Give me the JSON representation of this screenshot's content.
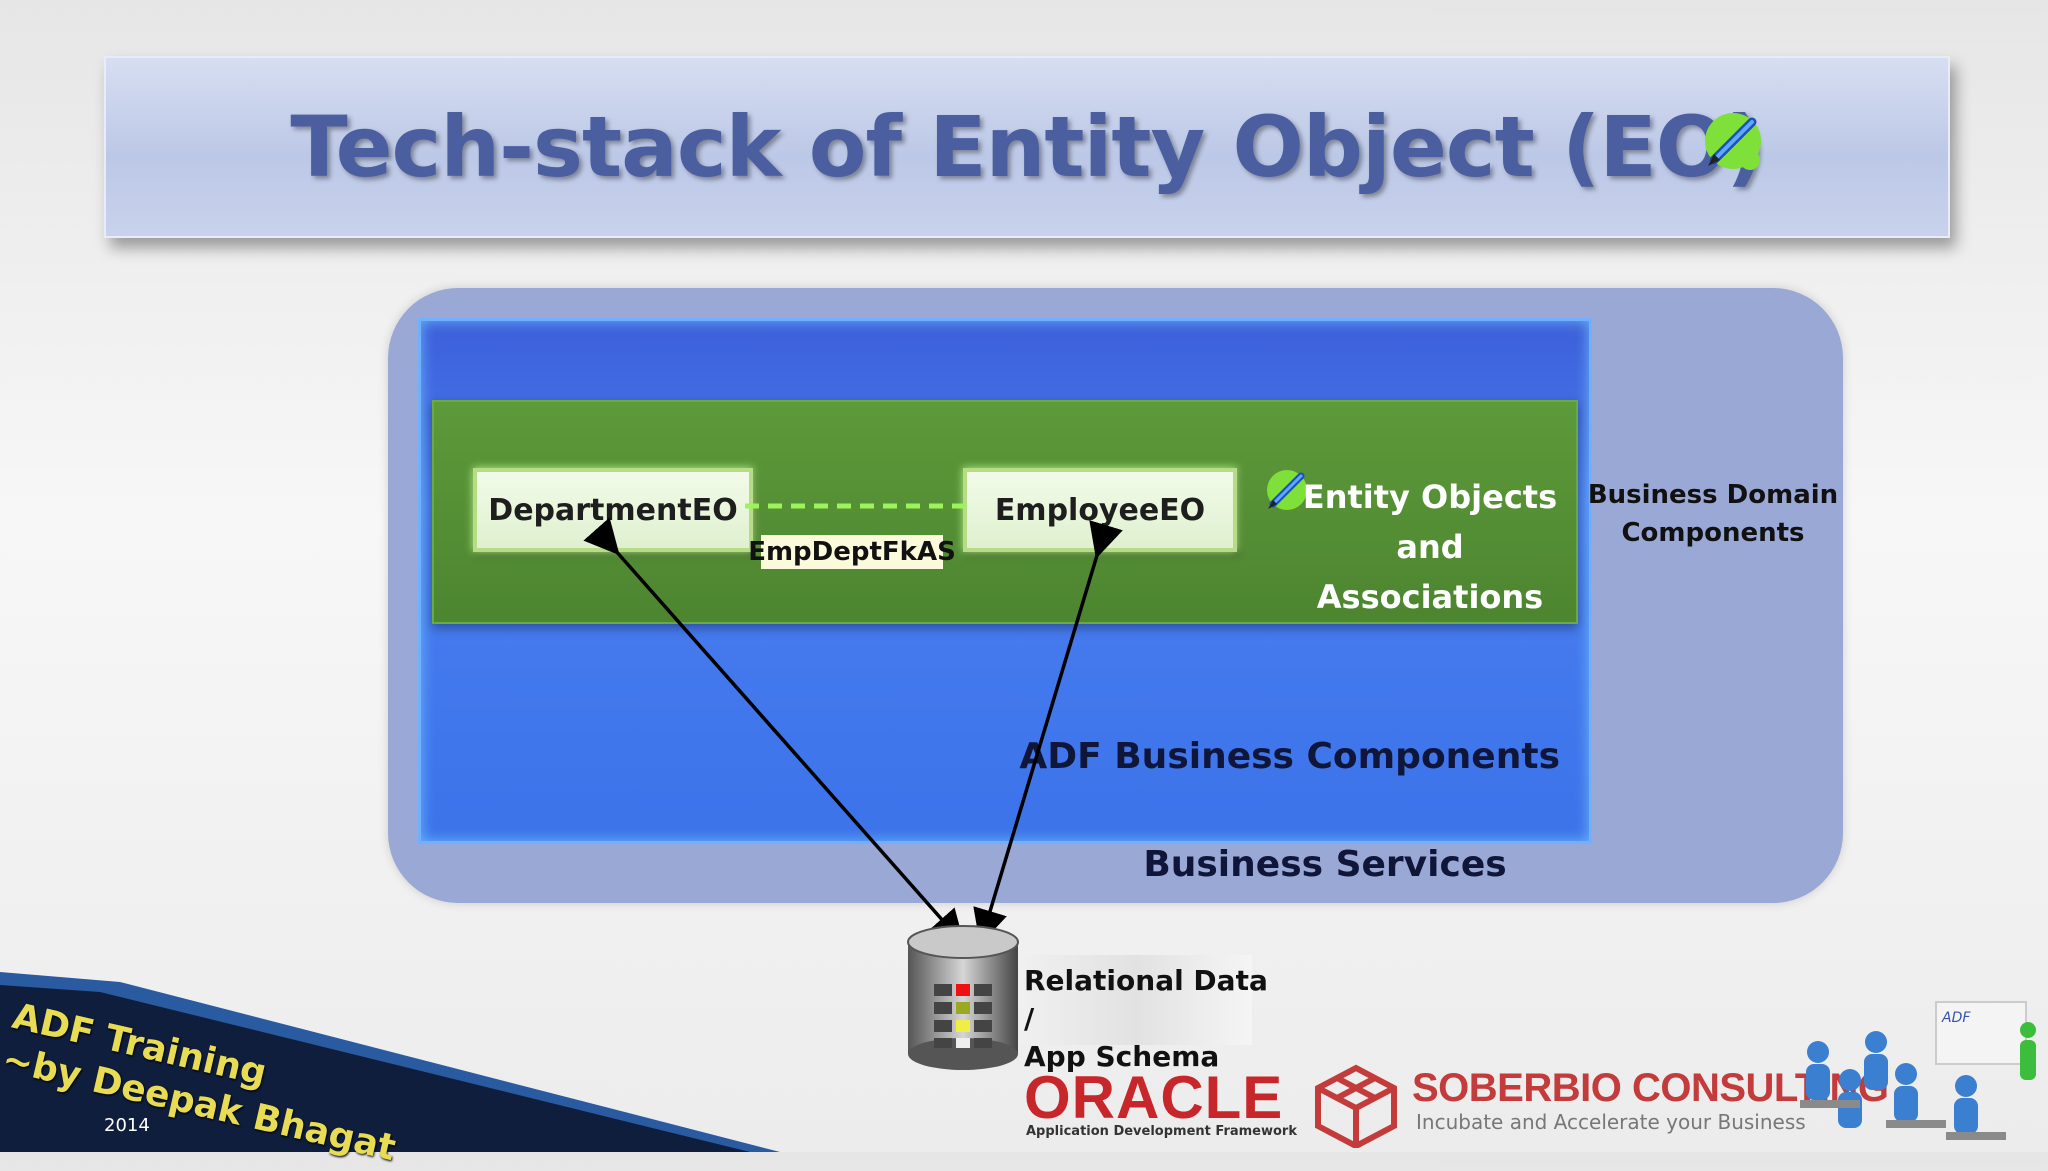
{
  "slide": {
    "title": "Tech-stack of Entity Object (EO)"
  },
  "diagram": {
    "department_eo": "DepartmentEO",
    "employee_eo": "EmployeeEO",
    "association": "EmpDeptFkAS",
    "eo_layer_line1": "Entity Objects",
    "eo_layer_line2": "and Associations",
    "bdc_line1": "Business Domain",
    "bdc_line2": "Components",
    "adf_bc": "ADF Business Components",
    "business_services": "Business Services",
    "db_line1": "Relational Data /",
    "db_line2": "App Schema"
  },
  "footer": {
    "training_line1": "ADF Training",
    "training_line2": "~by Deepak Bhagat",
    "year": "2014",
    "oracle": "ORACLE",
    "oracle_sub": "Application Development Framework",
    "soberbio": "SOBERBIO CONSULTING",
    "soberbio_sub": "Incubate and Accelerate your Business",
    "adf_badge": "ADF"
  },
  "colors": {
    "title": "#4a5ea0",
    "eo_band": "#5d9a3a",
    "adf_bc": "#3c73ea",
    "business_services": "#9aa8d6"
  },
  "icons": [
    "pen-icon",
    "database-icon",
    "training-people-icon",
    "cube-logo-icon"
  ]
}
